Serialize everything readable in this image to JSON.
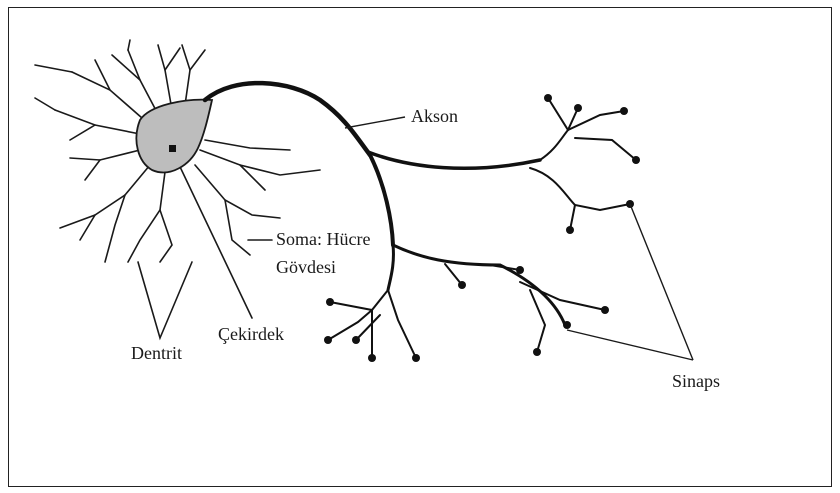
{
  "labels": {
    "akson": "Akson",
    "soma_line1": "Soma: Hücre",
    "soma_line2": "Gövdesi",
    "cekirdek": "Çekirdek",
    "dentrit": "Dentrit",
    "sinaps": "Sinaps"
  },
  "colors": {
    "line": "#111111",
    "soma_fill": "#bdbdbd"
  }
}
